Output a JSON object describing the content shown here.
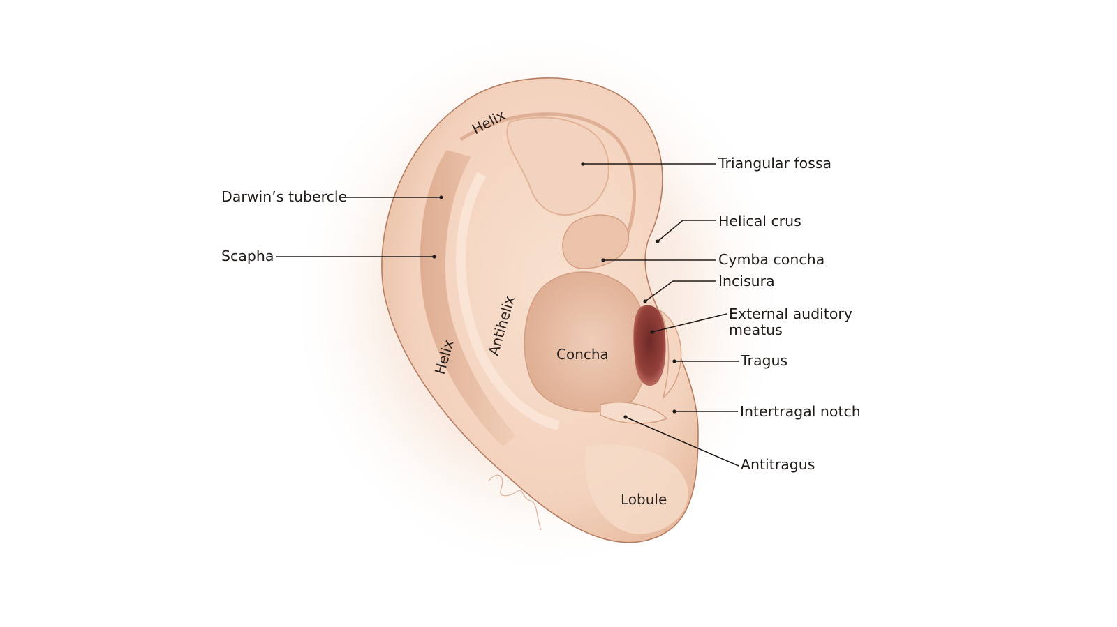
{
  "labels": {
    "triangular_fossa": "Triangular fossa",
    "darwins_tubercle": "Darwin’s tubercle",
    "helical_crus": "Helical crus",
    "scapha": "Scapha",
    "cymba_concha": "Cymba concha",
    "incisura": "Incisura",
    "external_auditory_meatus_1": "External auditory",
    "external_auditory_meatus_2": "meatus",
    "tragus": "Tragus",
    "intertragal_notch": "Intertragal notch",
    "antitragus": "Antitragus",
    "helix_top": "Helix",
    "helix_side": "Helix",
    "antihelix": "Antihelix",
    "concha": "Concha",
    "lobule": "Lobule"
  },
  "colors": {
    "skin_light": "#f7dfcf",
    "skin_mid": "#efc7ad",
    "skin_shadow": "#d9a486",
    "meatus": "#8a3a35",
    "outline": "#a86c52"
  }
}
